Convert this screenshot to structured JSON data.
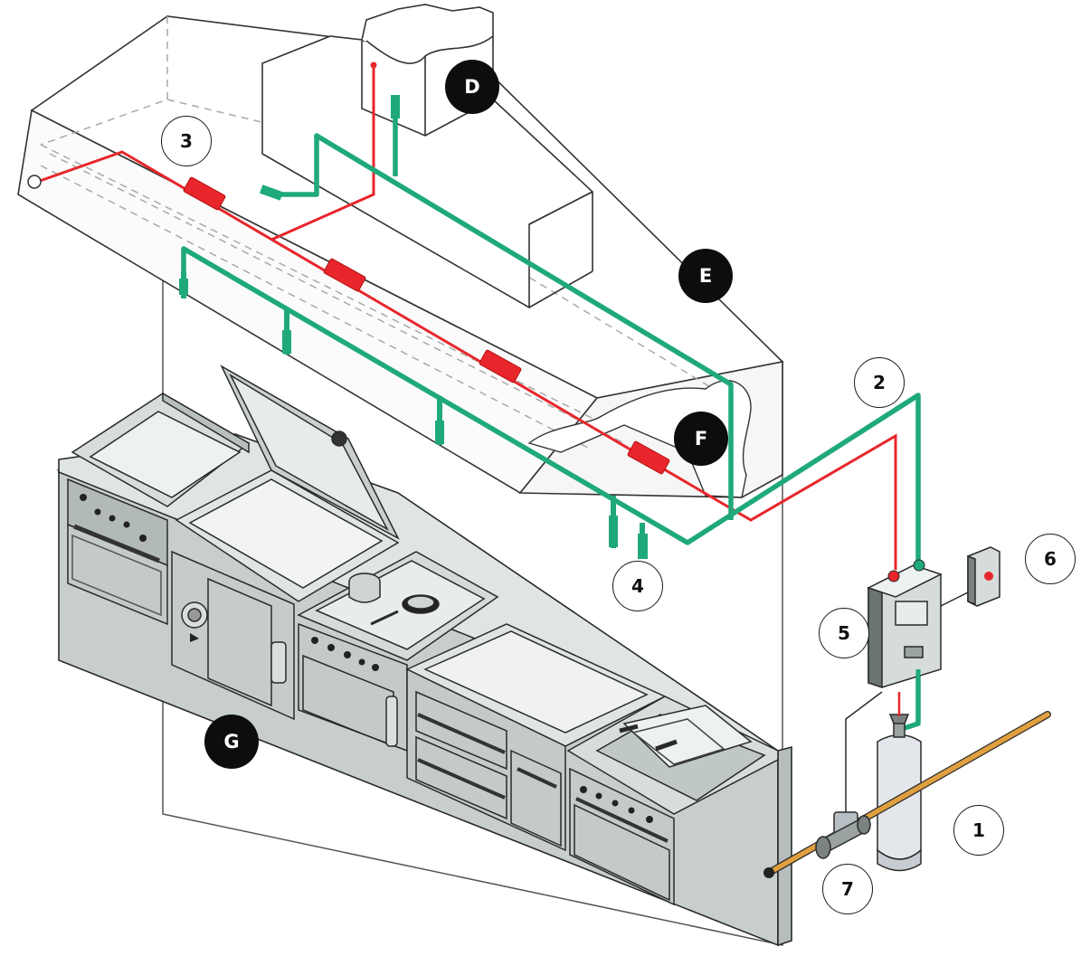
{
  "diagram": {
    "colors": {
      "detection_line": "#e8262b",
      "discharge_pipe": "#1fa97a",
      "gas_pipe": "#e0a040",
      "outline": "#2a2a2a",
      "appliance_fill": "#d4d9d9",
      "appliance_dark": "#8e9696",
      "zone_marker": "#0d0d0d"
    },
    "markers": {
      "m1": "1",
      "m2": "2",
      "m3": "3",
      "m4": "4",
      "m5": "5",
      "m6": "6",
      "m7": "7",
      "zD": "D",
      "zE": "E",
      "zF": "F",
      "zG": "G"
    }
  }
}
